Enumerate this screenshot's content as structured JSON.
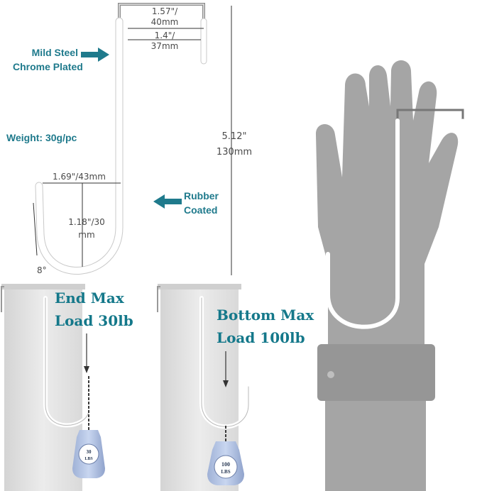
{
  "callouts": {
    "material_line1": "Mild Steel",
    "material_line2": "Chrome Plated",
    "weight": "Weight: 30g/pc",
    "coating_line1": "Rubber",
    "coating_line2": "Coated"
  },
  "dimensions": {
    "top_outer_line1": "1.57\"/",
    "top_outer_line2": "40mm",
    "top_inner_line1": "1.4\"/",
    "top_inner_line2": "37mm",
    "height_line1": "5.12\"",
    "height_line2": "130mm",
    "hook_width": "1.69\"/43mm",
    "hook_depth_line1": "1.18\"/30",
    "hook_depth_line2": "mm",
    "angle": "8°"
  },
  "load_tests": {
    "end": {
      "line1": "End Max",
      "line2": "Load 30lb",
      "weight_value": "30",
      "weight_unit": "LBS"
    },
    "bottom": {
      "line1": "Bottom Max",
      "line2": "Load 100lb",
      "weight_value": "100",
      "weight_unit": "LBS"
    }
  },
  "colors": {
    "accent": "#1f7a8c",
    "hook_white": "#ffffff",
    "hand_gray": "#a7a7a7",
    "door_panel": "#e3e3e3"
  }
}
